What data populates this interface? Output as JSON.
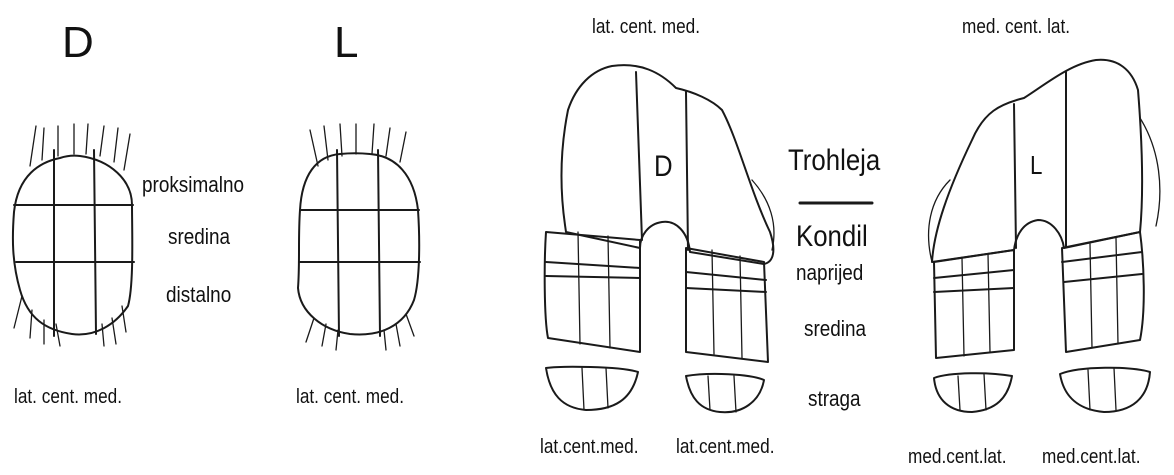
{
  "patella": {
    "right_letter": "D",
    "left_letter": "L",
    "zone_proximal": "proksimalno",
    "zone_middle": "sredina",
    "zone_distal": "distalno",
    "right_bottom": "lat. cent. med.",
    "left_bottom": "lat. cent. med."
  },
  "femur": {
    "right_top": "lat.  cent.  med.",
    "left_top": "med. cent.   lat.",
    "right_letter": "D",
    "left_letter": "L",
    "trochlea": "Trohleja",
    "condyle": "Kondil",
    "zone_anterior": "naprijed",
    "zone_middle": "sredina",
    "zone_posterior": "straga",
    "right_bottom_a": "lat.cent.med.",
    "right_bottom_b": "lat.cent.med.",
    "left_bottom_a": "med.cent.lat.",
    "left_bottom_b": "med.cent.lat."
  }
}
